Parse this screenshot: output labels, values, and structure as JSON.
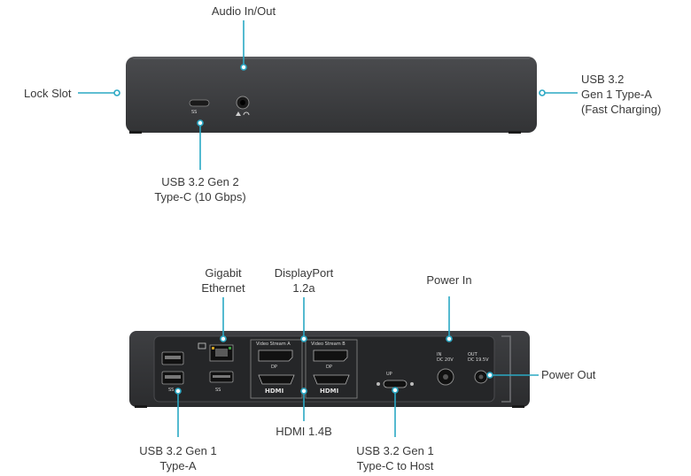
{
  "callouts": {
    "audio": "Audio In/Out",
    "lock_slot": "Lock Slot",
    "usb_a_fast": [
      "USB 3.2",
      "Gen 1 Type-A",
      "(Fast Charging)"
    ],
    "usb_c_gen2": [
      "USB 3.2 Gen 2",
      "Type-C (10 Gbps)"
    ],
    "gigabit": [
      "Gigabit",
      "Ethernet"
    ],
    "displayport": [
      "DisplayPort",
      "1.2a"
    ],
    "power_in": "Power In",
    "power_out": "Power Out",
    "usb_a_gen1": [
      "USB 3.2 Gen 1",
      "Type-A"
    ],
    "hdmi": "HDMI 1.4B",
    "usb_c_host": [
      "USB 3.2 Gen 1",
      "Type-C to Host"
    ]
  },
  "port_labels": {
    "video_a": "Video Stream A",
    "video_b": "Video Stream B",
    "hdmi_logo": "HDMI",
    "in_rating": [
      "IN",
      "DC 20V"
    ],
    "out_rating": [
      "OUT",
      "DC 19.5V"
    ],
    "ss_mark": "SS",
    "up_mark": "UP"
  },
  "colors": {
    "accent": "#2aa8c4",
    "device": "#3c3d3f",
    "device_dark": "#1f2022",
    "text": "#3a3a3a"
  }
}
